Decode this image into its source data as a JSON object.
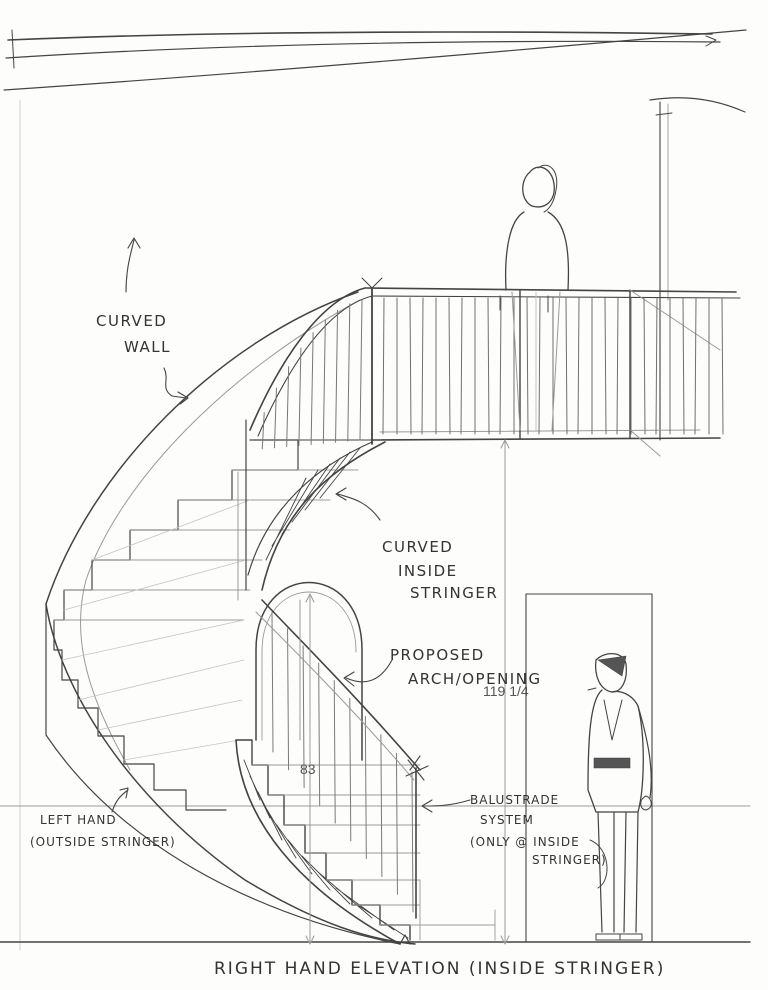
{
  "sheet": {
    "title": "RIGHT HAND ELEVATION (INSIDE STRINGER)"
  },
  "labels": {
    "curved_wall": [
      "CURVED",
      "WALL"
    ],
    "inside_stringer": [
      "CURVED",
      "INSIDE",
      "STRINGER"
    ],
    "arch_opening": [
      "PROPOSED",
      "ARCH/OPENING"
    ],
    "outside_stringer": [
      "LEFT HAND",
      "(OUTSIDE STRINGER)"
    ],
    "balustrade": [
      "BALUSTRADE",
      "SYSTEM",
      "(ONLY @ INSIDE",
      "STRINGER)"
    ]
  },
  "dimensions": {
    "arch_height": "83",
    "landing_height": "119 1/4"
  }
}
